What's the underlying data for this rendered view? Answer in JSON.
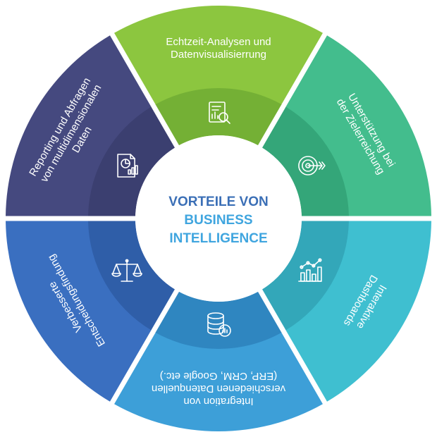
{
  "title": {
    "line1": "VORTEILE VON",
    "line2": "BUSINESS",
    "line3": "INTELLIGENCE"
  },
  "colors": {
    "title_primary": "#3b6fb6",
    "title_secondary": "#3fa5df"
  },
  "segments": [
    {
      "lines": [
        "Echtzeit-Analysen und",
        "Datenvisualisierrung"
      ],
      "icon": "report-magnifier-icon",
      "color_outer": "#8cc63f",
      "color_inner": "#74b035"
    },
    {
      "lines": [
        "Unterstützung bei",
        "der Zielerreichung"
      ],
      "icon": "target-arrow-icon",
      "color_outer": "#43bd8d",
      "color_inner": "#34a679"
    },
    {
      "lines": [
        "Interaktive",
        "Dashboards"
      ],
      "icon": "dashboard-chart-icon",
      "color_outer": "#3fbfd0",
      "color_inner": "#33a7b9"
    },
    {
      "lines": [
        "Integration von",
        "verschiedenen Datenquellen",
        "(ERP, CRM, Google etc.)"
      ],
      "icon": "database-chart-icon",
      "color_outer": "#3d9fd8",
      "color_inner": "#2f86c0"
    },
    {
      "lines": [
        "Verbesserte",
        "Entscheidungsfindung"
      ],
      "icon": "balance-scale-icon",
      "color_outer": "#3a6fc0",
      "color_inner": "#2f5ea8"
    },
    {
      "lines": [
        "Reporting und Abfragen",
        "von multidimensionalen",
        "Daten"
      ],
      "icon": "report-pie-chart-icon",
      "color_outer": "#45497f",
      "color_inner": "#3b3f70"
    }
  ]
}
